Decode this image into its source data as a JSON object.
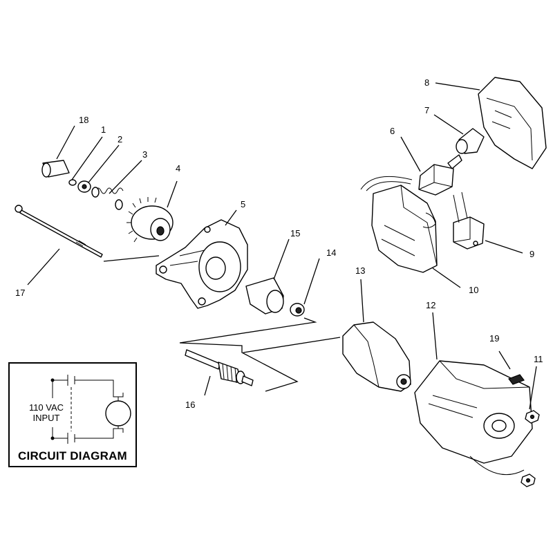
{
  "callouts": {
    "c1": "1",
    "c2": "2",
    "c3": "3",
    "c4": "4",
    "c5": "5",
    "c6": "6",
    "c7": "7",
    "c8": "8",
    "c9": "9",
    "c10": "10",
    "c11": "11",
    "c12": "12",
    "c13": "13",
    "c14": "14",
    "c15": "15",
    "c16": "16",
    "c17": "17",
    "c18": "18",
    "c19": "19"
  },
  "circuit": {
    "input_line1": "110 VAC",
    "input_line2": "INPUT",
    "title": "CIRCUIT DIAGRAM"
  }
}
